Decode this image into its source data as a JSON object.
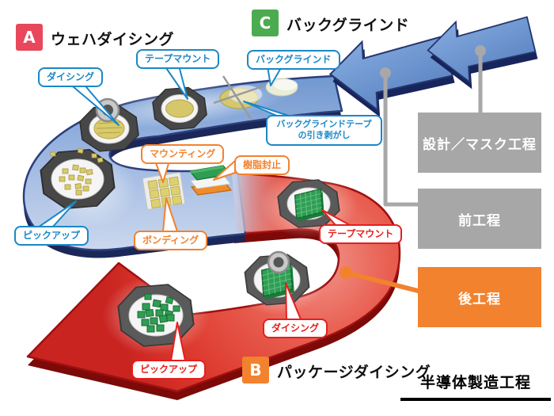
{
  "sections": {
    "a": {
      "badge": "A",
      "title": "ウェハダイシング"
    },
    "c": {
      "badge": "C",
      "title": "バックグラインド"
    },
    "b": {
      "badge": "B",
      "title": "パッケージダイシング"
    }
  },
  "labels": {
    "dicing_blue": "ダイシング",
    "tape_mount_blue": "テープマウント",
    "backgrind": "バックグラインド",
    "backgrind_tape_line1": "バックグラインドテープ",
    "backgrind_tape_line2": "の引き剥がし",
    "pickup_blue": "ピックアップ",
    "mounting": "マウンティング",
    "resin_seal": "樹脂封止",
    "bonding": "ボンディング",
    "tape_mount_red": "テープマウント",
    "dicing_red": "ダイシング",
    "pickup_red": "ピックアップ"
  },
  "flow_boxes": {
    "design_mask": "設計／マスク工程",
    "front_end": "前工程",
    "back_end": "後工程"
  },
  "footer": {
    "title": "半導体製造工程"
  },
  "colors": {
    "blue_label": "#1b87c7",
    "orange_label": "#f2822e",
    "red_label": "#e51f1f",
    "badge_a": "#e8475c",
    "badge_b": "#f2822e",
    "badge_c": "#4cab50",
    "flow_box_gray": "#a7a7a7",
    "flow_box_orange": "#f2822e",
    "ribbon_blue": "#7ba1d8",
    "ribbon_red": "#dd3c30",
    "connector_gray": "#a8a8a8"
  }
}
